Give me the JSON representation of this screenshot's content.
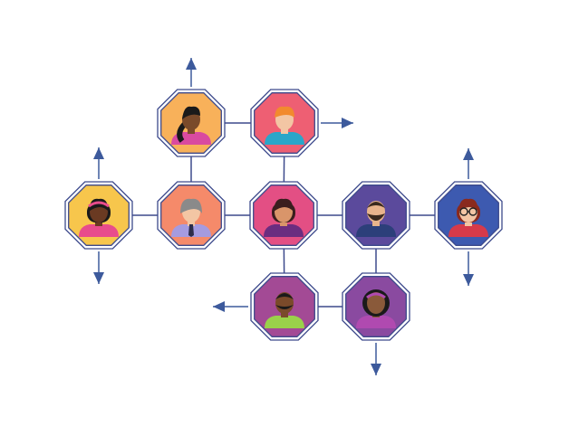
{
  "colors": {
    "outline": "#3d4a8c",
    "connector": "#3d4a8c",
    "arrow": "#3d5a9c"
  },
  "nodes": [
    {
      "id": "woman-ponytail",
      "fill": "#f8b15a",
      "skin": "#7a4a2a",
      "hair": "#1a1a1a",
      "shirt": "#d94aa0",
      "hair_style": "ponytail"
    },
    {
      "id": "man-redhead",
      "fill": "#ee5f73",
      "skin": "#f3c6a4",
      "hair": "#f28a2e",
      "shirt": "#2aa6c9",
      "hair_style": "short"
    },
    {
      "id": "woman-braids",
      "fill": "#f7c64c",
      "skin": "#6a3a22",
      "hair": "#1a1a1a",
      "shirt": "#e84c8c",
      "hair_style": "headband"
    },
    {
      "id": "man-gray-hair",
      "fill": "#f58a6a",
      "skin": "#f3c6a4",
      "hair": "#8a8a8a",
      "shirt": "#a59be0",
      "hair_style": "gray"
    },
    {
      "id": "woman-center",
      "fill": "#e34f84",
      "skin": "#d9956a",
      "hair": "#3a1e1e",
      "shirt": "#6b2d80",
      "hair_style": "bob"
    },
    {
      "id": "man-bearded",
      "fill": "#5b4a9c",
      "skin": "#e8b48c",
      "hair": "#3a2a1e",
      "shirt": "#2c3f7a",
      "hair_style": "beard"
    },
    {
      "id": "woman-glasses",
      "fill": "#3d5ab0",
      "skin": "#f3c6a4",
      "hair": "#8a2a1e",
      "shirt": "#d63a4a",
      "hair_style": "glasses"
    },
    {
      "id": "man-dark-skin",
      "fill": "#a34a95",
      "skin": "#7a4a2a",
      "hair": "#1a1a1a",
      "shirt": "#9ad14a",
      "hair_style": "beard-short"
    },
    {
      "id": "woman-afro",
      "fill": "#8a4aa0",
      "skin": "#8a5a3a",
      "hair": "#1a1a1a",
      "shirt": "#b04ab0",
      "hair_style": "afro"
    }
  ]
}
